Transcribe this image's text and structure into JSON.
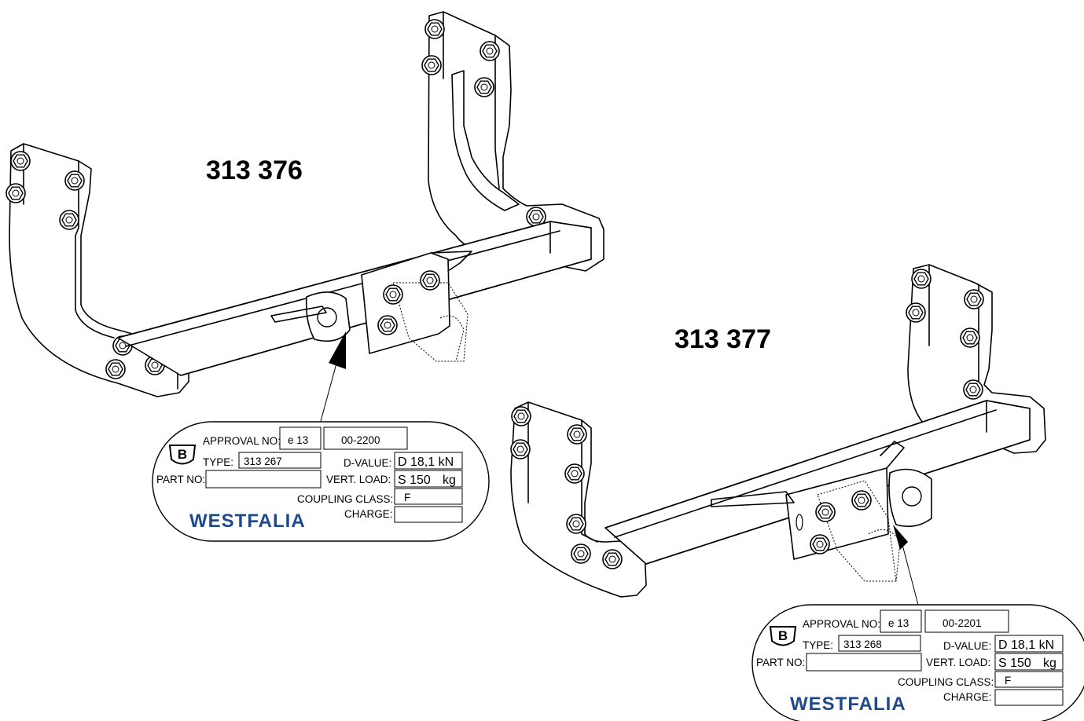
{
  "diagrams": [
    {
      "part_number": "313 376",
      "plate": {
        "approval_no_label": "APPROVAL NO:",
        "approval_code": "e 13",
        "approval_number": "00-2200",
        "type_label": "TYPE:",
        "type_value": "313 267",
        "part_no_label": "PART NO:",
        "part_no_value": "",
        "d_value_label": "D-VALUE:",
        "d_value": "D 18,1 kN",
        "vert_load_label": "VERT. LOAD:",
        "vert_load_value": "S 150",
        "vert_load_unit": "kg",
        "coupling_class_label": "COUPLING CLASS:",
        "coupling_class_value": "F",
        "charge_label": "CHARGE:",
        "charge_value": "",
        "badge_letter": "B",
        "brand": "WESTFALIA"
      }
    },
    {
      "part_number": "313 377",
      "plate": {
        "approval_no_label": "APPROVAL NO:",
        "approval_code": "e 13",
        "approval_number": "00-2201",
        "type_label": "TYPE:",
        "type_value": "313 268",
        "part_no_label": "PART NO:",
        "part_no_value": "",
        "d_value_label": "D-VALUE:",
        "d_value": "D 18,1 kN",
        "vert_load_label": "VERT. LOAD:",
        "vert_load_value": "S 150",
        "vert_load_unit": "kg",
        "coupling_class_label": "COUPLING CLASS:",
        "coupling_class_value": "F",
        "charge_label": "CHARGE:",
        "charge_value": "",
        "badge_letter": "B",
        "brand": "WESTFALIA"
      }
    }
  ]
}
